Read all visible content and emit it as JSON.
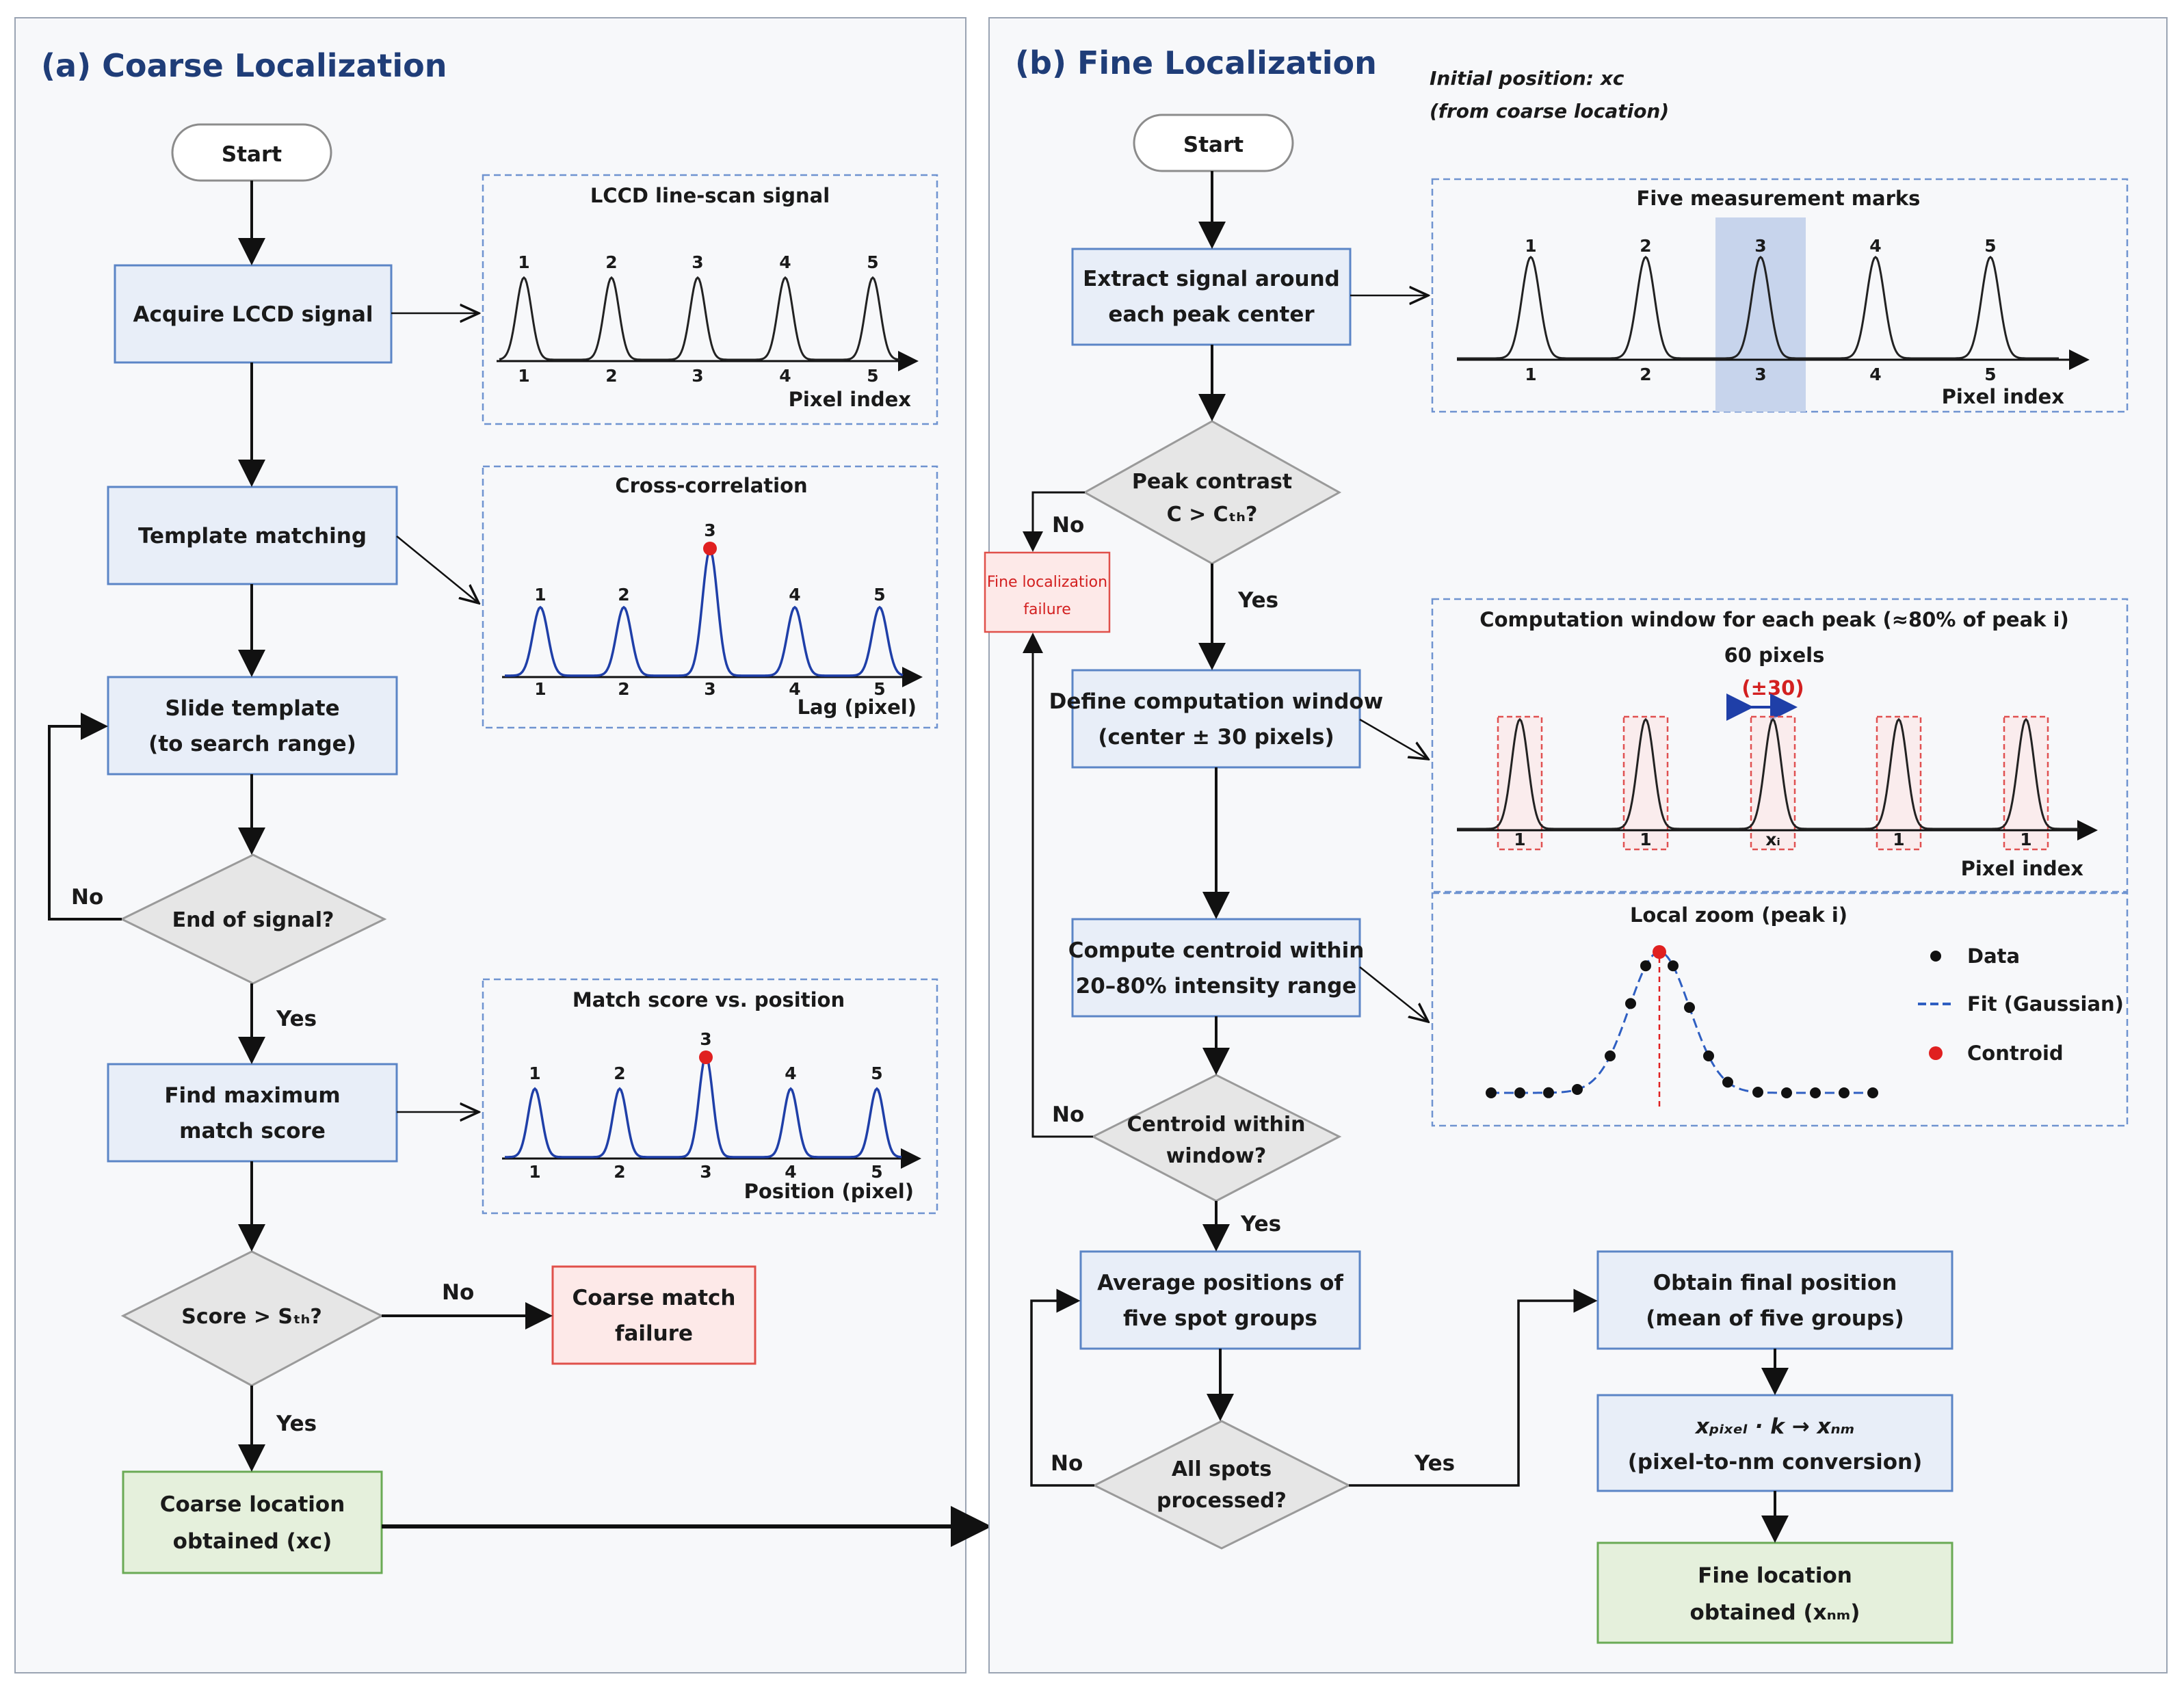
{
  "panel_a": {
    "title": "(a) Coarse Localization",
    "start": "Start",
    "acquire": [
      "Acquire LCCD signal"
    ],
    "template": [
      "Template matching"
    ],
    "slide": [
      "Slide template",
      "(to search range)"
    ],
    "end_q": [
      "End of signal?"
    ],
    "find_max": [
      "Find maximum",
      "match score"
    ],
    "score_q": [
      "Score > Sₜₕ?"
    ],
    "failure": [
      "Coarse match",
      "failure"
    ],
    "coarse_ok": [
      "Coarse location",
      "obtained (xᴄ)"
    ],
    "yes": "Yes",
    "no": "No",
    "plot1": {
      "title": "LCCD line-scan signal",
      "xlabel": "Pixel index",
      "labels": [
        "1",
        "2",
        "3",
        "4",
        "5"
      ]
    },
    "plot2": {
      "title": "Cross-correlation",
      "xlabel": "Lag (pixel)",
      "labels": [
        "1",
        "2",
        "3",
        "4",
        "5"
      ]
    },
    "plot3": {
      "title": "Match score vs. position",
      "xlabel": "Position (pixel)",
      "labels": [
        "1",
        "2",
        "3",
        "4",
        "5"
      ]
    }
  },
  "panel_b": {
    "title": "(b) Fine Localization",
    "start": "Start",
    "initial_note": [
      "Initial position: xᴄ",
      "(from coarse location)"
    ],
    "extract": [
      "Extract signal around",
      "each peak center"
    ],
    "contrast_q": [
      "Peak contrast",
      "C > Cₜₕ?"
    ],
    "fine_fail": [
      "Fine localization",
      "failure"
    ],
    "define": [
      "Define computation window",
      "(center ± 30 pixels)"
    ],
    "centroid": [
      "Compute centroid within",
      "20–80% intensity range"
    ],
    "within_q": [
      "Centroid within",
      "window?"
    ],
    "average": [
      "Average positions of",
      "five spot groups"
    ],
    "all_q": [
      "All spots",
      "processed?"
    ],
    "final": [
      "Obtain final position",
      "(mean of five groups)"
    ],
    "convert": [
      "xₚᵢₓₑₗ · k → xₙₘ",
      "(pixel-to-nm conversion)"
    ],
    "fine_ok": [
      "Fine location",
      "obtained (xₙₘ)"
    ],
    "yes": "Yes",
    "no": "No",
    "plot4": {
      "title": "Five measurement marks",
      "xlabel": "Pixel index",
      "labels": [
        "1",
        "2",
        "3",
        "4",
        "5"
      ]
    },
    "plot5": {
      "title": "Computation window for each peak (≈80% of peak i)",
      "subtitle": "60 pixels",
      "range_label": "(±30)",
      "xlabel": "Pixel index",
      "bottom_labels": [
        "1",
        "1",
        "xᵢ",
        "1",
        "1"
      ]
    },
    "plot6": {
      "title": "Local zoom (peak i)",
      "legend": [
        "Data",
        "Fit (Gaussian)",
        "Controid"
      ]
    }
  },
  "colors": {
    "process_fill": "#e8eef8",
    "process_stroke": "#5b85c6",
    "decision_fill": "#e6e6e6",
    "fail_fill": "#fde9e8",
    "fail_stroke": "#e0504a",
    "success_fill": "#e5f0dc",
    "success_stroke": "#6aaa55",
    "plot_blue": "#1f3fa8",
    "highlight": "#c7d4ec",
    "accent_red": "#e02020"
  }
}
